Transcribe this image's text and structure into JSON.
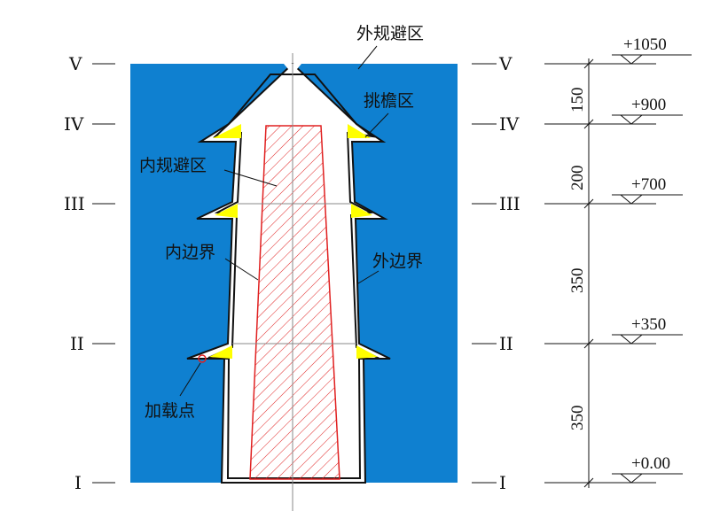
{
  "colors": {
    "avoid_zone": "#0f80d0",
    "eave_zone": "#ffff00",
    "inner_avoid_hatch": "#e02020",
    "structure": "#ffffff",
    "line": "#111111"
  },
  "labels": {
    "outer_avoid_zone": "外规避区",
    "eave_zone": "挑檐区",
    "inner_avoid_zone": "内规避区",
    "inner_boundary": "内边界",
    "outer_boundary": "外边界",
    "loading_point": "加载点"
  },
  "levels": [
    {
      "name": "V",
      "elevation": "+1050"
    },
    {
      "name": "IV",
      "elevation": "+900"
    },
    {
      "name": "III",
      "elevation": "+700"
    },
    {
      "name": "II",
      "elevation": "+350"
    },
    {
      "name": "I",
      "elevation": "+0.00"
    }
  ],
  "segments": [
    "150",
    "200",
    "350",
    "350"
  ]
}
